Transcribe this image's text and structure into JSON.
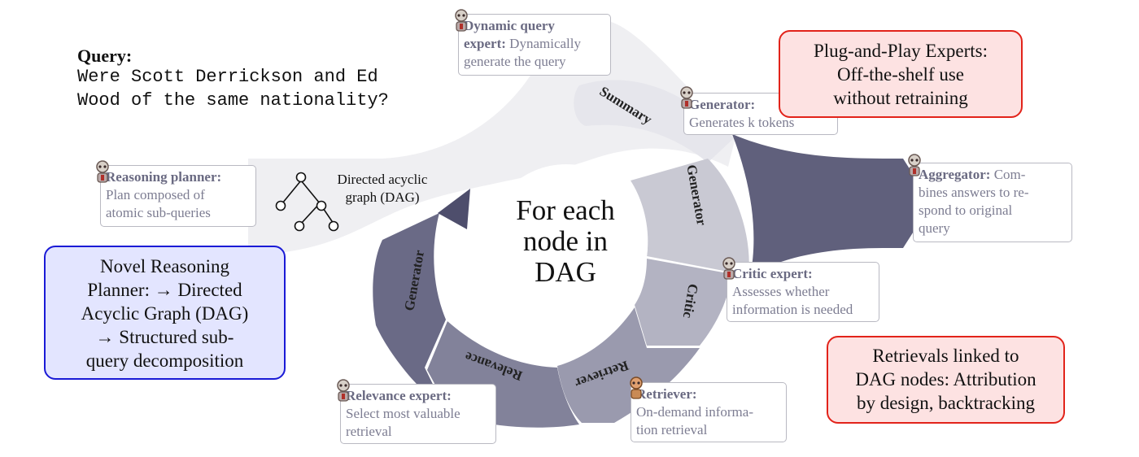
{
  "query": {
    "label": "Query:",
    "text": "Were Scott Derrickson and Ed Wood of the same nationality?"
  },
  "dag_label": [
    "Directed acyclic",
    "graph (DAG)"
  ],
  "center_text": [
    "For each",
    "node in",
    "DAG"
  ],
  "ring_segments": {
    "summary": "Summary",
    "generator_top": "Generator",
    "critic": "Critic",
    "retriever": "Retriever",
    "relevance": "Relevance",
    "generator_left": "Generator"
  },
  "experts": {
    "dynamic_query": {
      "name": "Dynamic query",
      "name2": "expert:",
      "desc": "Dynamically",
      "desc2": "generate the query"
    },
    "generator": {
      "name": "Generator:",
      "desc": "Generates k tokens"
    },
    "aggregator": {
      "name": "Aggregator:",
      "desc_lines": [
        "Com-",
        "bines answers to re-",
        "spond to original",
        "query"
      ]
    },
    "critic": {
      "name": "Critic expert:",
      "desc_lines": [
        "Assesses whether",
        "information is needed"
      ]
    },
    "retriever": {
      "name": "Retriever:",
      "desc_lines": [
        "On-demand informa-",
        "tion retrieval"
      ]
    },
    "relevance": {
      "name": "Relevance expert:",
      "desc_lines": [
        "Select most valuable",
        "retrieval"
      ]
    },
    "reasoning_planner": {
      "name": "Reasoning planner:",
      "desc_lines": [
        "Plan composed of",
        "atomic sub-queries"
      ]
    }
  },
  "callouts": {
    "plug_and_play": [
      "Plug-and-Play Experts:",
      "Off-the-shelf use",
      "without retraining"
    ],
    "novel_planner": [
      "Novel Reasoning",
      "Planner: → Directed",
      "Acyclic Graph (DAG)",
      "→ Structured sub-",
      "query decomposition"
    ],
    "retrievals": [
      "Retrievals linked to",
      "DAG nodes: Attribution",
      "by design, backtracking"
    ]
  },
  "colors": {
    "flow_light": "#efeff2",
    "seg_summary": "#e6e6ec",
    "seg_generator_top": "#c9c9d3",
    "seg_critic": "#b3b3c2",
    "seg_retriever": "#9a9aae",
    "seg_relevance": "#82829a",
    "seg_generator_left": "#6a6a86",
    "aggregator_arrow": "#60607c",
    "red_border": "#e2231a",
    "blue_border": "#1a1ad6"
  }
}
